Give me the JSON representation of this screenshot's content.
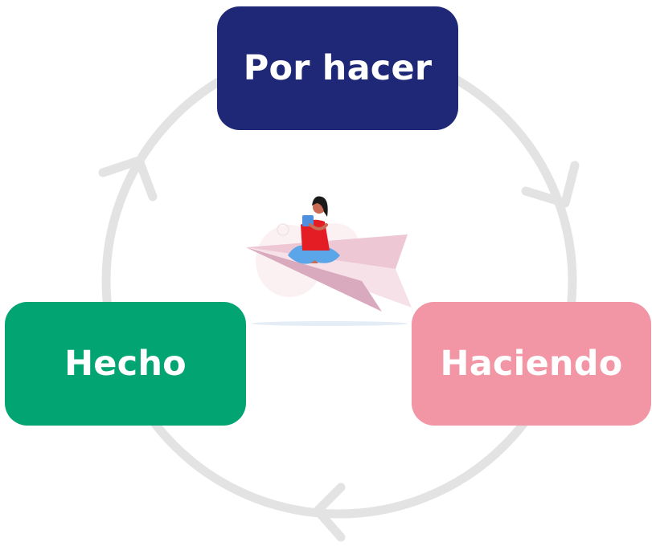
{
  "cycle": {
    "stages": [
      {
        "label": "Por hacer",
        "color": "#1f2877"
      },
      {
        "label": "Haciendo",
        "color": "#f295a4"
      },
      {
        "label": "Hecho",
        "color": "#02a571"
      }
    ],
    "ring_color": "#e3e3e3",
    "arrow_direction": "clockwise"
  },
  "illustration": {
    "icon": "person-reading-on-paper-plane-icon"
  }
}
